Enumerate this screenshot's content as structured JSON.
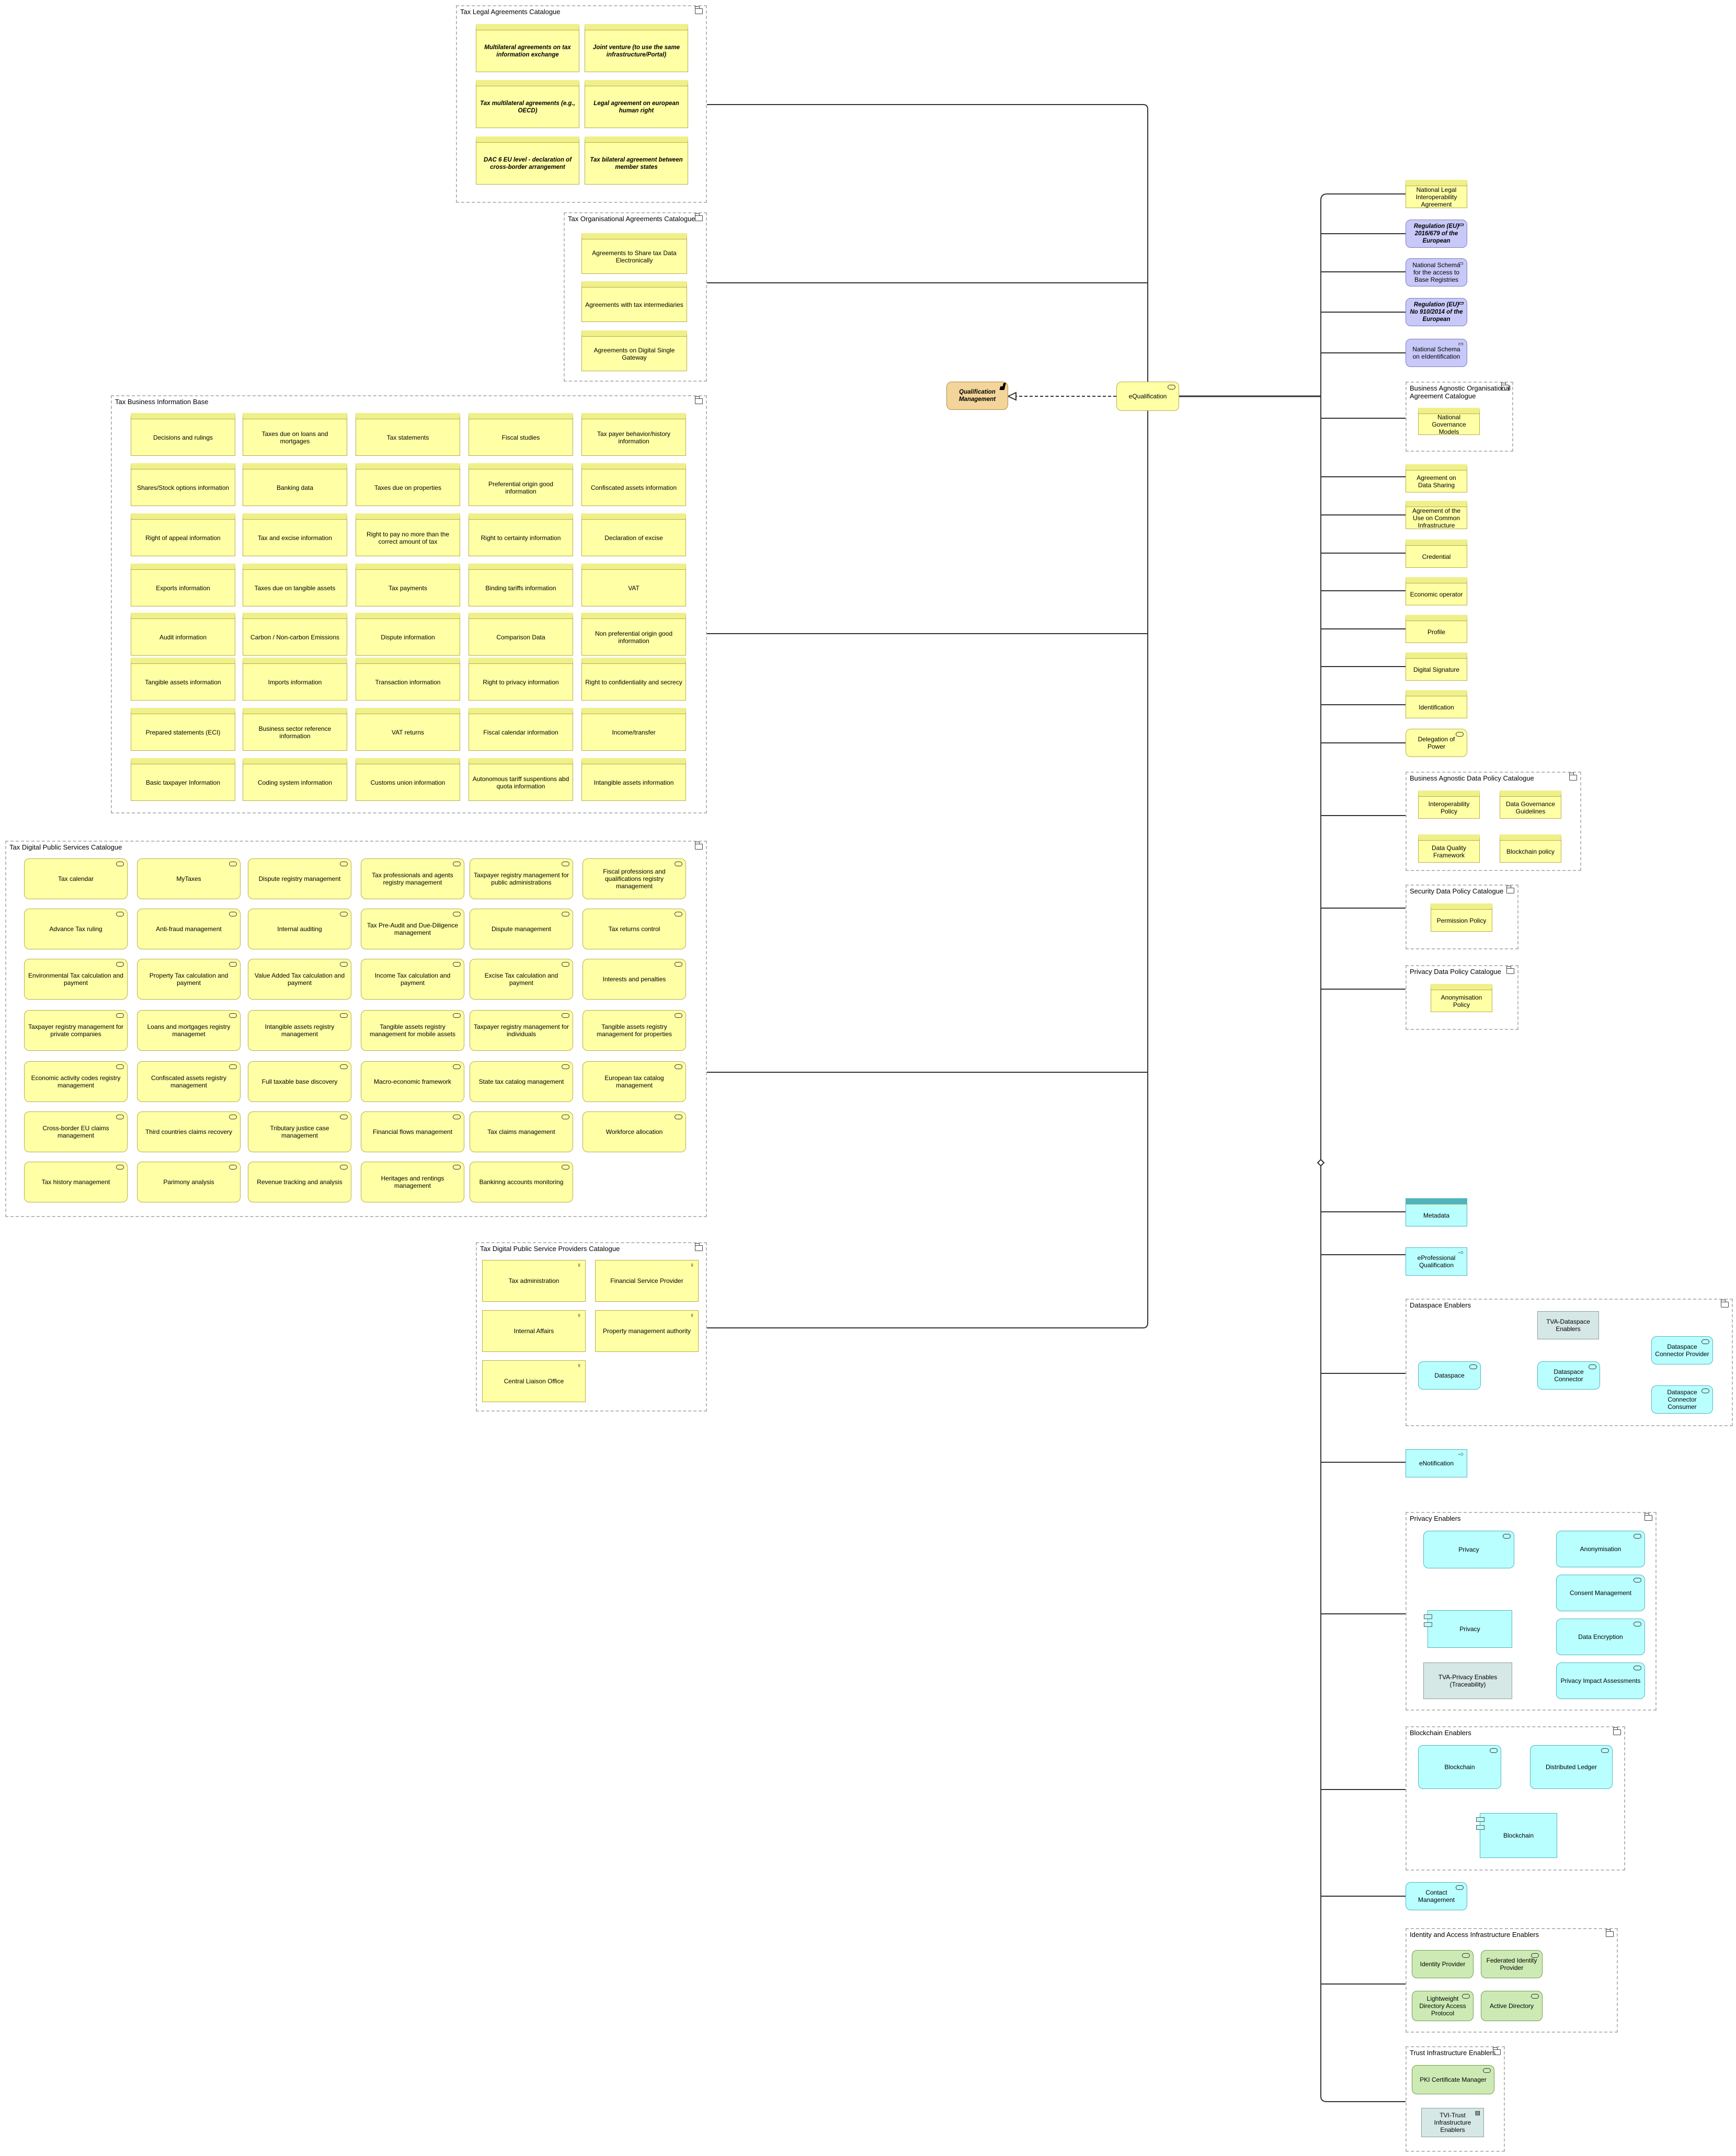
{
  "colors": {
    "business_object": "#ffffa6",
    "technology": "#b9ffff",
    "identity": "#cdeab5",
    "regulation": "#c8c9f8",
    "principle": "#d6e8e6",
    "capability": "#f3d59b"
  },
  "icons": {
    "group": "folder-icon",
    "service": "service-pill-icon",
    "actor": "actor-icon",
    "component": "component-icon",
    "interface": "interface-icon"
  },
  "center": {
    "qualification": "Qualification Management",
    "equalification": "eQualification"
  },
  "legal_catalogue": {
    "title": "Tax Legal Agreements Catalogue",
    "items": [
      "Multilateral agreements on tax information exchange",
      "Joint venture (to use the same infrastructure/Portal)",
      "Tax multilateral agreements (e.g., OECD)",
      "Legal agreement on european human right",
      "DAC 6 EU level - declaration of cross-border arrangement",
      "Tax bilateral agreement between member states"
    ]
  },
  "org_catalogue": {
    "title": "Tax Organisational Agreements Catalogue",
    "items": [
      "Agreements to Share tax Data Electronically",
      "Agreements with tax intermediaries",
      "Agreements on Digital Single Gateway"
    ]
  },
  "info_base": {
    "title": "Tax Business Information Base",
    "items": [
      "Decisions and rulings",
      "Taxes due on loans and mortgages",
      "Tax statements",
      "Fiscal studies",
      "Tax payer behavior/history information",
      "Shares/Stock options information",
      "Banking data",
      "Taxes due on properties",
      "Preferential origin good information",
      "Confiscated assets information",
      "Right of appeal information",
      "Tax and excise information",
      "Right to pay no more than the correct amount of tax",
      "Right to certainty information",
      "Declaration of excise",
      "Exports information",
      "Taxes due on tangible assets",
      "Tax payments",
      "Binding tariffs information",
      "VAT",
      "Audit information",
      "Carbon / Non-carbon Emissions",
      "Dispute information",
      "Comparison Data",
      "Non preferential origin good information",
      "Tangible assets information",
      "Imports information",
      "Transaction information",
      "Right to privacy information",
      "Right to confidentiality and secrecy",
      "Prepared statements (ECI)",
      "Business sector reference information",
      "VAT returns",
      "Fiscal calendar information",
      "Income/transfer",
      "Basic taxpayer Information",
      "Coding system information",
      "Customs union information",
      "Autonomous tariff suspentions abd quota information",
      "Intangible assets information"
    ]
  },
  "services_catalogue": {
    "title": "Tax Digital Public Services Catalogue",
    "items": [
      "Tax calendar",
      "MyTaxes",
      "Dispute registry management",
      "Tax professionals and agents registry management",
      "Taxpayer registry management for public administrations",
      "Fiscal professions and qualifications registry management",
      "Advance Tax ruling",
      "Anti-fraud management",
      "Internal auditing",
      "Tax Pre-Audit and Due-Diligence management",
      "Dispute management",
      "Tax returns control",
      "Environmental Tax calculation and payment",
      "Property Tax  calculation and payment",
      "Value Added Tax calculation and payment",
      "Income Tax  calculation and payment",
      "Excise Tax  calculation and payment",
      "Interests and penalties",
      "Taxpayer registry management for private companies",
      "Loans and mortgages registry managemet",
      "Intangible assets registry management",
      "Tangible assets registry management for mobile assets",
      "Taxpayer registry management for individuals",
      "Tangible assets registry management for properties",
      "Economic activity codes registry management",
      "Confiscated assets registry management",
      "Full taxable base discovery",
      "Macro-economic framework",
      "State tax catalog management",
      "European tax catalog management",
      "Cross-border EU claims management",
      "Third countries claims recovery",
      "Tributary justice case management",
      "Financial flows management",
      "Tax claims management",
      "Workforce allocation",
      "Tax history management",
      "Parimony analysis",
      "Revenue tracking and analysis",
      "Heritages and rentings management",
      "Bankinng accounts monitoring"
    ]
  },
  "providers_catalogue": {
    "title": "Tax Digital Public Service Providers Catalogue",
    "items": [
      "Tax administration",
      "Financial Service Provider",
      "Internal Affairs",
      "Property management authority",
      "Central Liaison Office"
    ]
  },
  "right": {
    "national_legal": "National Legal Interoperability Agreement",
    "regulation_2016": "Regulation (EU) 2016/679 of the European",
    "schema_base": "National Schema for the access to Base Registries",
    "regulation_910": "Regulation (EU) No 910/2014 of the European",
    "schema_eid": "National Schema on eIdentification",
    "agnostic_org_title": "Business Agnostic Organisational Agreement Catalogue",
    "gov_models": "National Governance Models",
    "data_sharing": "Agreement on Data Sharing",
    "common_infra": "Agreement of the Use on Common Infrastructure",
    "credential": "Credential",
    "economic_operator": "Economic operator",
    "profile": "Profile",
    "digital_signature": "Digital Signature",
    "identification": "Identification",
    "delegation": "Delegation of Power",
    "data_policy_title": "Business Agnostic Data Policy Catalogue",
    "interop_policy": "Interoperability Policy",
    "data_gov": "Data Governance Guidelines",
    "dq_framework": "Data Quality Framework",
    "blockchain_policy": "Blockchain policy",
    "security_title": "Security Data Policy Catalogue",
    "permission_policy": "Permission Policy",
    "privacy_policy_title": "Privacy Data Policy Catalogue",
    "anon_policy": "Anonymisation Policy",
    "metadata": "Metadata",
    "eprof": "eProfessional Qualification",
    "dataspace_title": "Dataspace Enablers",
    "tva_dataspace": "TVA-Dataspace Enablers",
    "dataspace": "Dataspace",
    "ds_connector": "Dataspace Connector",
    "ds_provider": "Dataspace Connector Provider",
    "ds_consumer": "Dataspace Connector Consumer",
    "enotification": "eNotification",
    "privacy_title": "Privacy Enablers",
    "privacy_svc": "Privacy",
    "privacy_cmp": "Privacy",
    "tva_privacy": "TVA-Privacy Enables (Traceability)",
    "anonymisation": "Anonymisation",
    "consent": "Consent Management",
    "encryption": "Data Encryption",
    "pia": "Privacy Impact Assessments",
    "blockchain_title": "Blockchain Enablers",
    "blockchain_svc": "Blockchain",
    "distributed_ledger": "Distributed Ledger",
    "blockchain_cmp": "Blockchain",
    "contact": "Contact Management",
    "iam_title": "Identity and Access Infrastructure Enablers",
    "identity_provider": "Identity Provider",
    "federated_idp": "Federated Identity Provider",
    "ldap": "Lightweight Directory Access Protocol",
    "active_directory": "Active Directory",
    "trust_title": "Trust Infrastructure Enablers",
    "pki": "PKI Certificate Manager",
    "tvi_trust": "TVI-Trust Infrastructure Enablers"
  }
}
